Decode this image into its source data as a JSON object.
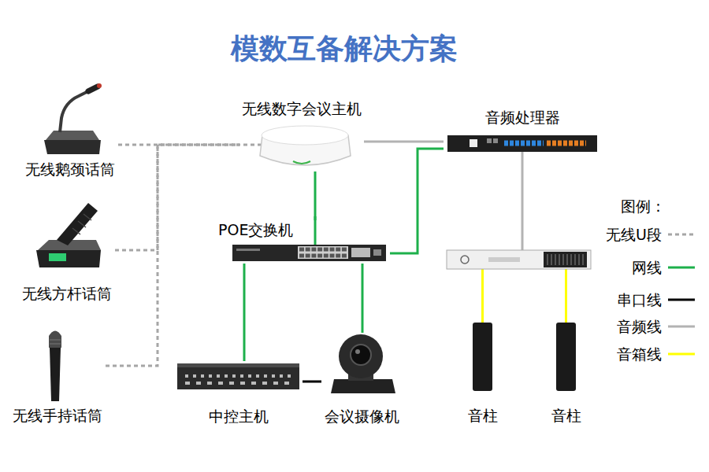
{
  "diagram": {
    "title": "模数互备解决方案",
    "nodes": [
      {
        "text": [
          "无线鹅颈话筒"
        ]
      },
      {
        "text": [
          "无线方杆话筒"
        ]
      },
      {
        "text": [
          "无线手持话筒"
        ]
      },
      {
        "text": [
          "无线数字会议主机"
        ]
      },
      {
        "text": [
          "音频处理器"
        ]
      },
      {
        "text": [
          "POE交换机"
        ]
      },
      {
        "text": [
          "中控主机"
        ]
      },
      {
        "text": [
          "会议摄像机"
        ]
      },
      {
        "text": [
          "音柱"
        ]
      },
      {
        "text": [
          "音柱"
        ]
      }
    ],
    "edges": [
      {
        "from": 0,
        "to": 3,
        "arrow": "none"
      },
      {
        "from": 1,
        "to": 3,
        "arrow": "none"
      },
      {
        "from": 2,
        "to": 3,
        "arrow": "none"
      },
      {
        "from": 3,
        "to": 4,
        "arrow": "none"
      },
      {
        "from": 3,
        "to": 5,
        "arrow": "none"
      },
      {
        "from": 5,
        "to": 4,
        "arrow": "none"
      },
      {
        "from": 5,
        "to": 6,
        "arrow": "none"
      },
      {
        "from": 5,
        "to": 7,
        "arrow": "none"
      },
      {
        "from": 6,
        "to": 7,
        "arrow": "none"
      }
    ],
    "labels": [
      "图例："
    ],
    "legend": [
      {
        "text": "无线U段"
      },
      {
        "text": "网线"
      },
      {
        "text": "串口线"
      },
      {
        "text": "音频线"
      },
      {
        "text": "音箱线"
      }
    ]
  }
}
